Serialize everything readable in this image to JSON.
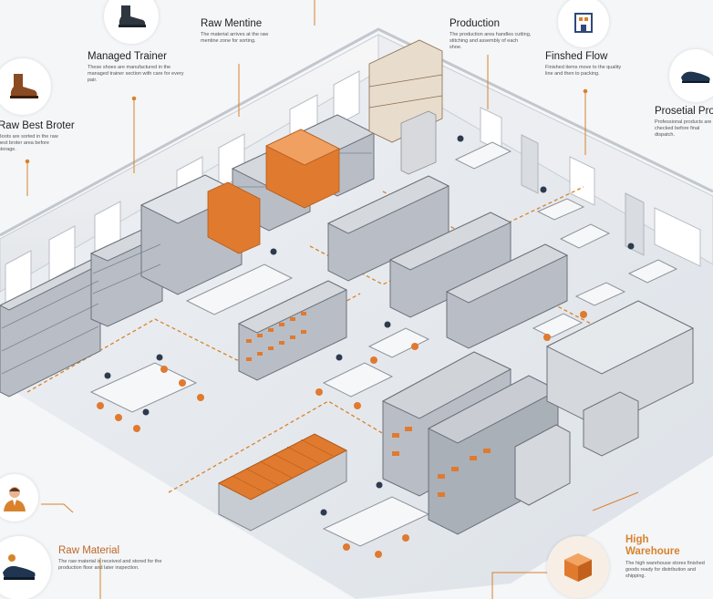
{
  "callouts": {
    "managed_trainer": {
      "title": "Managed Trainer",
      "text": "These shoes are manufactured in the managed trainer section with care for every pair."
    },
    "raw_material_top": {
      "title": "Raw Mentine",
      "text": "The material arrives at the raw mentine zone for sorting."
    },
    "production": {
      "title": "Production",
      "text": "The production area handles cutting, stitching and assembly of each shoe."
    },
    "finished_flow": {
      "title": "Finshed Flow",
      "text": "Finished items move to the quality line and then to packing."
    },
    "raw_best_broter": {
      "title": "Raw Best Broter",
      "text": "Boots are sorted in the raw best broter area before storage."
    },
    "prosetial_pro": {
      "title": "Prosetial Pro",
      "text": "Professional products are checked before final dispatch."
    },
    "raw_material": {
      "title": "Raw Material",
      "text": "The raw material is received and stored for the production floor and later inspection."
    },
    "high_warehouse": {
      "title": "High Warehoure",
      "text": "The high warehouse stores finished goods ready for distribution and shipping."
    }
  },
  "colors": {
    "accent": "#d9822b",
    "floor": "#e8ecf0",
    "wall": "#f3f4f6",
    "shelf": "#8a9099",
    "box": "#e07a2f"
  }
}
